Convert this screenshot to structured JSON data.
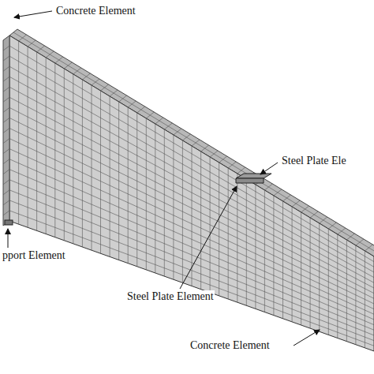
{
  "diagram": {
    "labels": [
      "Concrete Element",
      "Steel Plate Ele",
      "pport Element",
      "Steel Plate Element",
      "Concrete Element"
    ]
  }
}
